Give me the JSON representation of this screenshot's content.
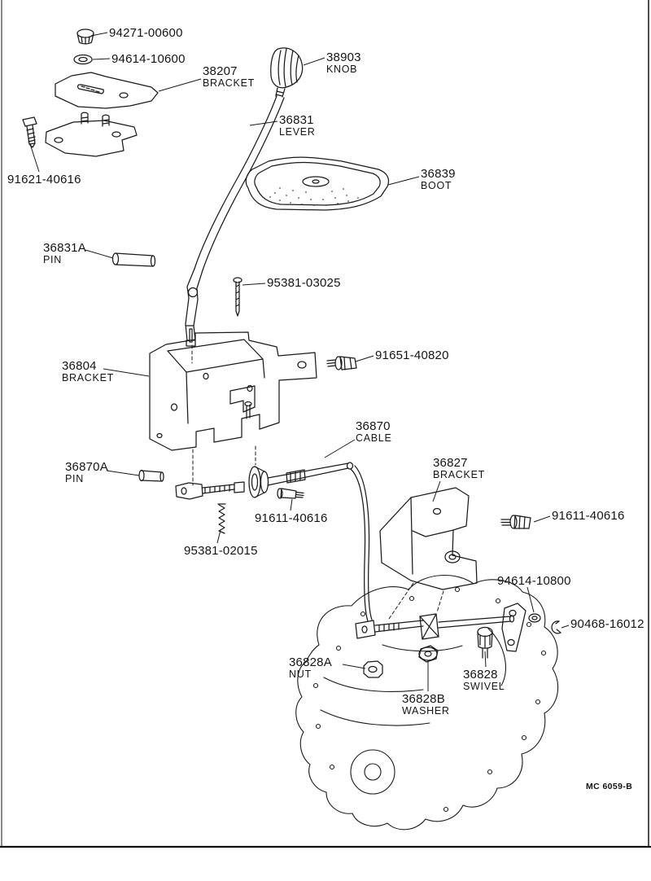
{
  "labels": {
    "cap_nut": {
      "number": "94271-00600"
    },
    "washer_top": {
      "number": "94614-10600"
    },
    "bracket_38207": {
      "number": "38207",
      "name": "BRACKET"
    },
    "knob": {
      "number": "38903",
      "name": "KNOB"
    },
    "lever": {
      "number": "36831",
      "name": "LEVER"
    },
    "boot": {
      "number": "36839",
      "name": "BOOT"
    },
    "bolt_91621": {
      "number": "91621-40616"
    },
    "pin_36831a": {
      "number": "36831A",
      "name": "PIN"
    },
    "screw_95381_03025": {
      "number": "95381-03025"
    },
    "bolt_91651": {
      "number": "91651-40820"
    },
    "bracket_36804": {
      "number": "36804",
      "name": "BRACKET"
    },
    "cable": {
      "number": "36870",
      "name": "CABLE"
    },
    "pin_36870a": {
      "number": "36870A",
      "name": "PIN"
    },
    "bolt_91611_center": {
      "number": "91611-40616"
    },
    "screw_95381_02015": {
      "number": "95381-02015"
    },
    "bracket_36827": {
      "number": "36827",
      "name": "BRACKET"
    },
    "bolt_91611_right": {
      "number": "91611-40616"
    },
    "washer_94614_10800": {
      "number": "94614-10800"
    },
    "clip_90468": {
      "number": "90468-16012"
    },
    "nut_36828a": {
      "number": "36828A",
      "name": "NUT"
    },
    "swivel_36828": {
      "number": "36828",
      "name": "SWIVEL"
    },
    "washer_36828b": {
      "number": "36828B",
      "name": "WASHER"
    }
  },
  "footer": {
    "code": "MC 6059-B"
  }
}
